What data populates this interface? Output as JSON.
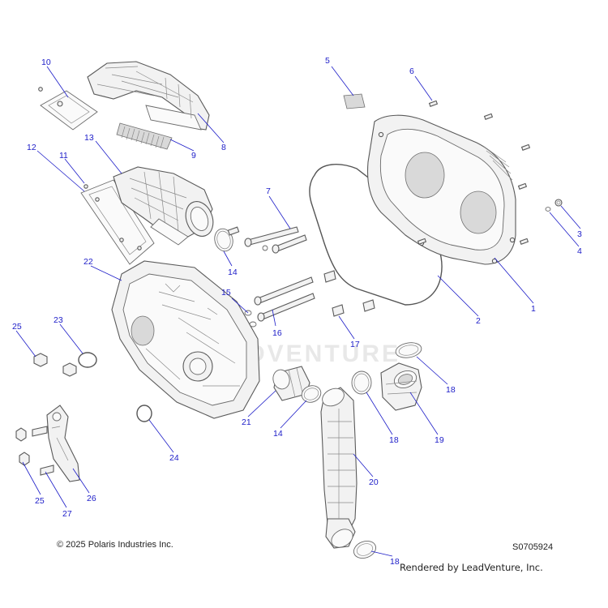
{
  "copyright": "© 2025 Polaris Industries Inc.",
  "diagram_id": "S0705924",
  "rendered_by": "Rendered by LeadVenture, Inc.",
  "watermark": "LEADVENTURE",
  "accent_color": "#1c1cc8",
  "parts": [
    {
      "id": "cover-outer",
      "callout": "1"
    },
    {
      "id": "seal-large",
      "callout": "2"
    },
    {
      "id": "plug",
      "callout": "3"
    },
    {
      "id": "o-ring-small",
      "callout": "4"
    },
    {
      "id": "decal",
      "callout": "5"
    },
    {
      "id": "screw-cover",
      "callout": "6"
    },
    {
      "id": "bolt-long",
      "callout": "7"
    },
    {
      "id": "duct-upper",
      "callout": "8"
    },
    {
      "id": "screen-filter",
      "callout": "9"
    },
    {
      "id": "plate-access",
      "callout": "10"
    },
    {
      "id": "screw-plate",
      "callout": "11"
    },
    {
      "id": "gasket-plate",
      "callout": "12"
    },
    {
      "id": "duct-inlet",
      "callout": "13"
    },
    {
      "id": "clamp-a",
      "callout": "14"
    },
    {
      "id": "washer-bolt",
      "callout": "15"
    },
    {
      "id": "bolt-inner",
      "callout": "16"
    },
    {
      "id": "screw-flange",
      "callout": "17"
    },
    {
      "id": "clamp-b",
      "callout": "18"
    },
    {
      "id": "coupler-duct",
      "callout": "19"
    },
    {
      "id": "duct-outlet",
      "callout": "20"
    },
    {
      "id": "coupler-inner",
      "callout": "21"
    },
    {
      "id": "cover-inner",
      "callout": "22"
    },
    {
      "id": "o-ring-large",
      "callout": "23"
    },
    {
      "id": "seal-ring",
      "callout": "24"
    },
    {
      "id": "nut-flange",
      "callout": "25"
    },
    {
      "id": "bracket-mount",
      "callout": "26"
    },
    {
      "id": "bolt-bracket",
      "callout": "27"
    }
  ]
}
